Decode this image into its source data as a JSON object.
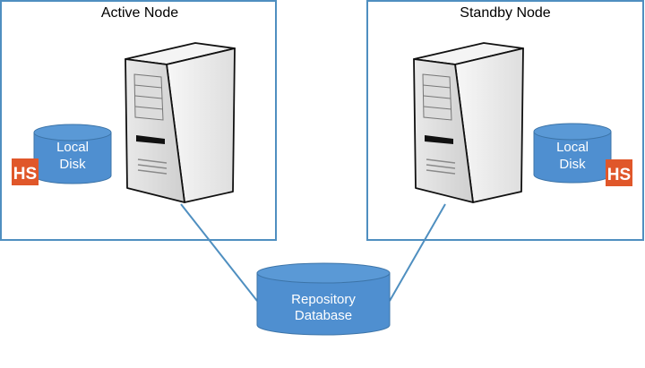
{
  "active_node": {
    "title": "Active Node",
    "disk_line1": "Local",
    "disk_line2": "Disk",
    "logo_text": "HS"
  },
  "standby_node": {
    "title": "Standby Node",
    "disk_line1": "Local",
    "disk_line2": "Disk",
    "logo_text": "HS"
  },
  "repository": {
    "line1": "Repository",
    "line2": "Database"
  },
  "colors": {
    "frame": "#4f8fc0",
    "cylinder_fill": "#4f8fd0",
    "cylinder_top": "#5a99d6",
    "cylinder_edge": "#3c74a8",
    "connector": "#4f8fc0",
    "logo_bg": "#e0572a"
  },
  "icons": {
    "server": "server-tower-icon",
    "logo": "hs-logo-icon",
    "disk": "database-cylinder-icon"
  }
}
